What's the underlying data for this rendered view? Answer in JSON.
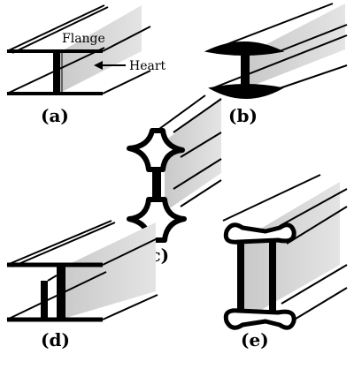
{
  "figure": {
    "panels": [
      {
        "id": "a",
        "label": "(a)"
      },
      {
        "id": "b",
        "label": "(b)"
      },
      {
        "id": "c",
        "label": "(c)"
      },
      {
        "id": "d",
        "label": "(d)"
      },
      {
        "id": "e",
        "label": "(e)"
      }
    ],
    "annotations": {
      "flange": "Flange",
      "heart": "Heart"
    }
  }
}
